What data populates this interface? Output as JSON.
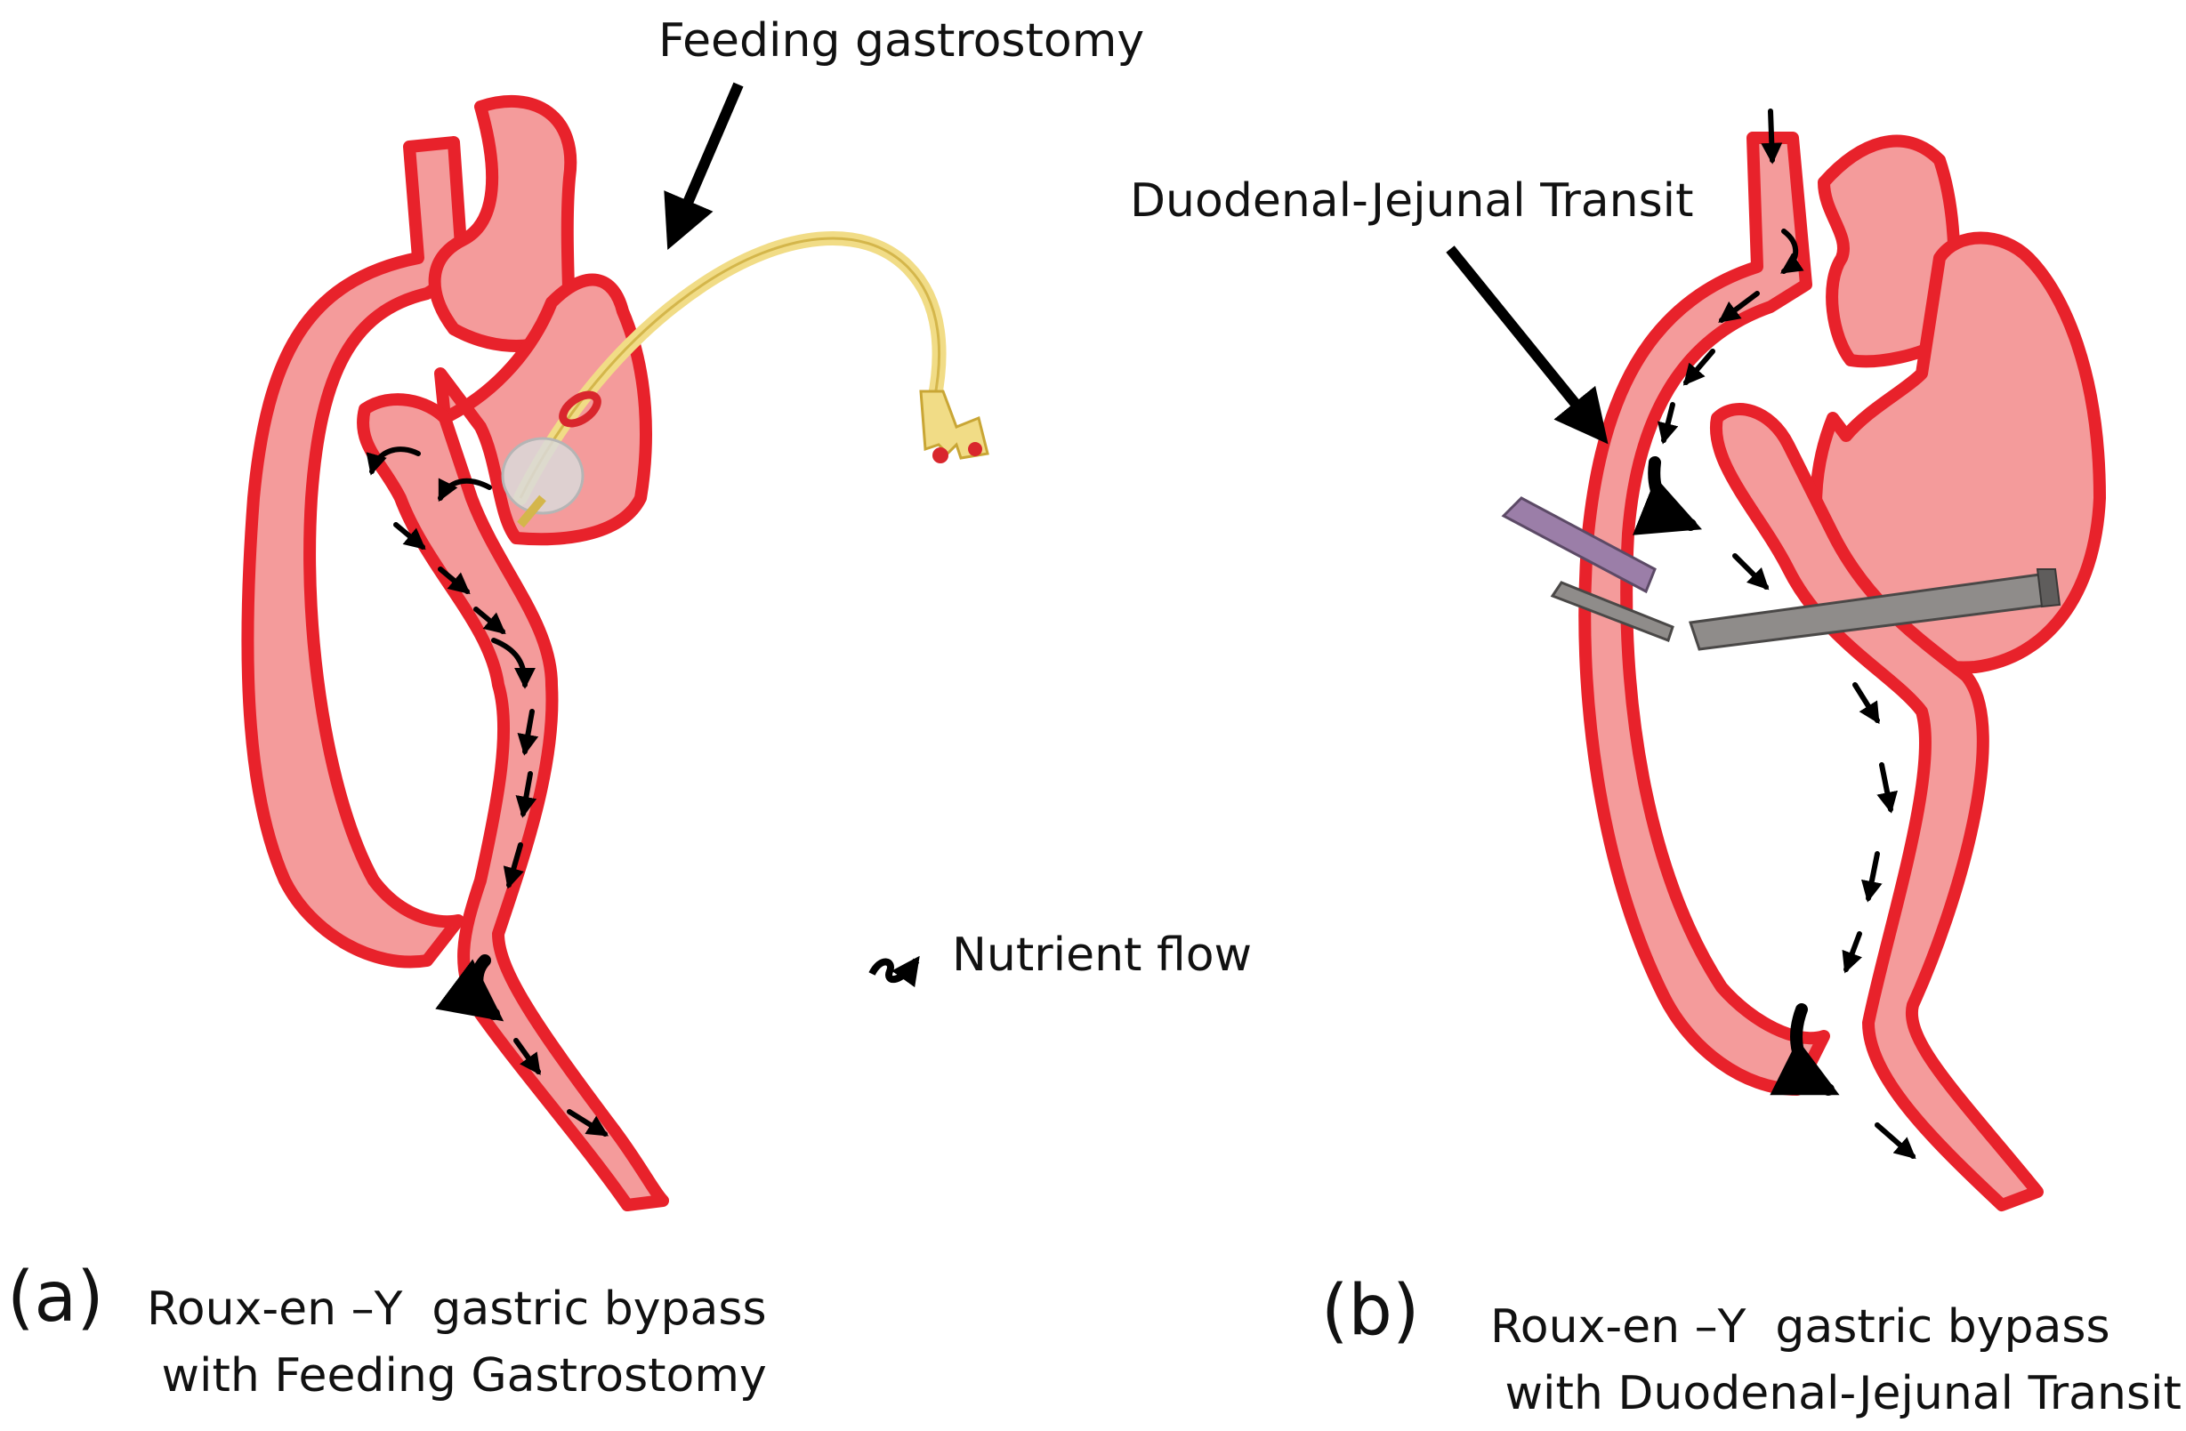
{
  "labels": {
    "feeding_gastrostomy": "Feeding gastrostomy",
    "duodenal_jejunal_transit": "Duodenal-Jejunal Transit",
    "nutrient_flow": "Nutrient  flow"
  },
  "panel_a": {
    "letter": "(a)",
    "caption": "Roux-en –Y  gastric bypass\n with Feeding Gastrostomy"
  },
  "panel_b": {
    "letter": "(b)",
    "caption": "Roux-en –Y  gastric bypass\n with Duodenal-Jejunal Transit"
  },
  "colors": {
    "tissue_fill": "#f49b9b",
    "tissue_outline": "#e8222b",
    "catheter": "#f1dc86",
    "stapler": "#8f8c8a",
    "stapler_cartridge": "#9b7ea8"
  }
}
